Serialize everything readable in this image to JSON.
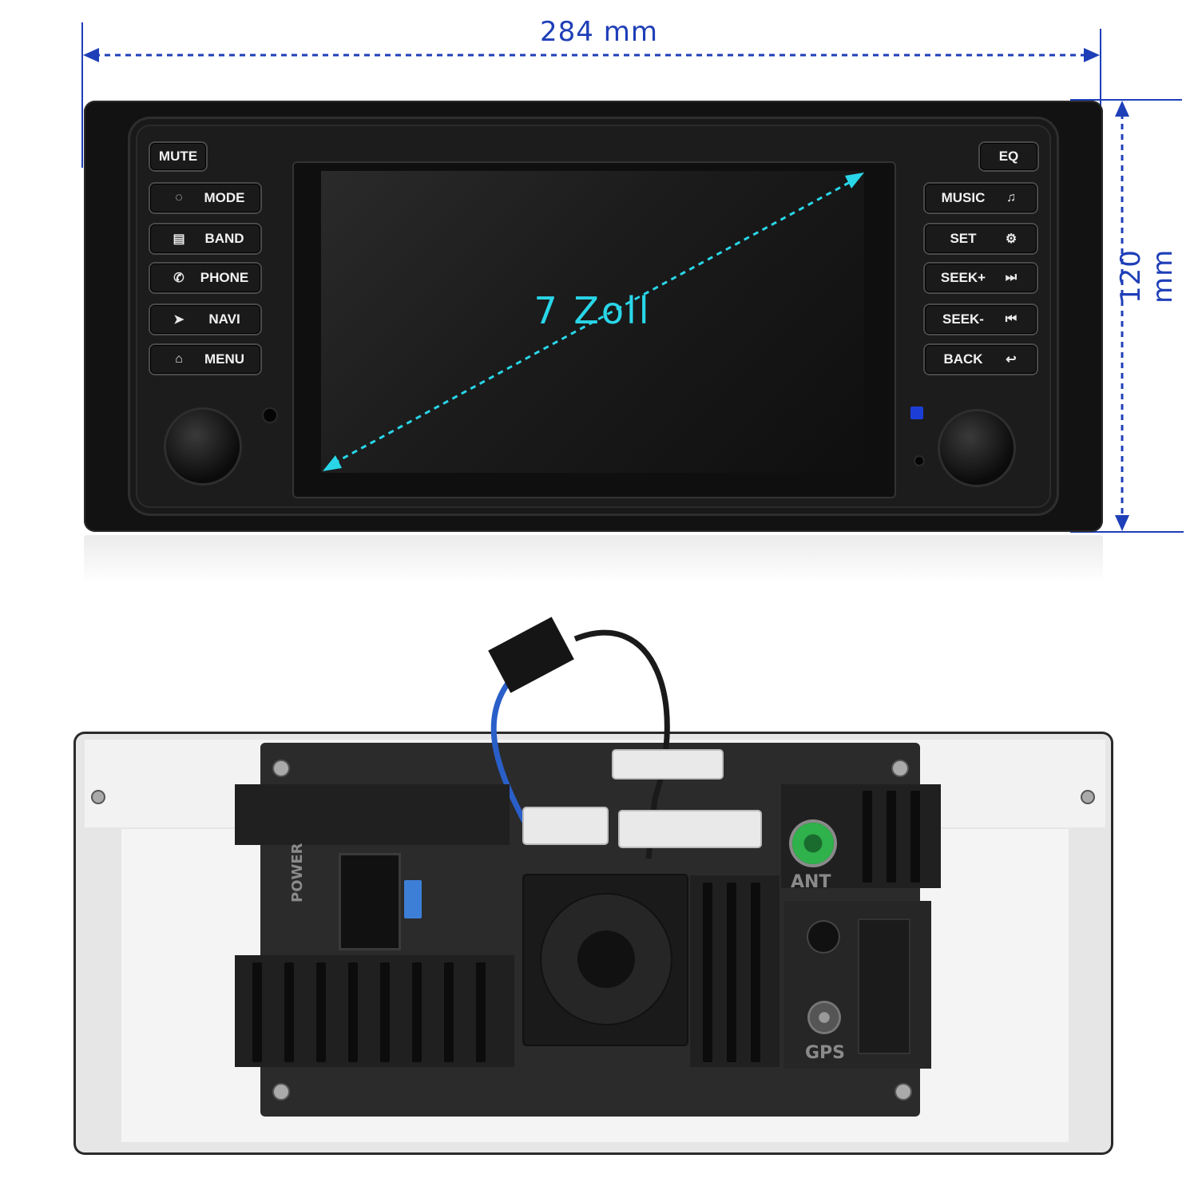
{
  "dimensions": {
    "width_label": "284 mm",
    "height_label": "120 mm"
  },
  "screen": {
    "diagonal_label": "7 Zoll"
  },
  "left_buttons": {
    "mute": "MUTE",
    "mode": "MODE",
    "band": "BAND",
    "phone": "PHONE",
    "navi": "NAVI",
    "menu": "MENU"
  },
  "right_buttons": {
    "eq": "EQ",
    "music": "MUSIC",
    "set": "SET",
    "seek_plus": "SEEK+",
    "seek_minus": "SEEK-",
    "back": "BACK"
  },
  "rear_ports": {
    "power": "POWER",
    "ant": "ANT",
    "gps": "GPS"
  },
  "colors": {
    "dimension": "#1f3fb8",
    "diagonal": "#29d6e8",
    "led": "#1c3ed6",
    "ant_port": "#2fb14b"
  }
}
